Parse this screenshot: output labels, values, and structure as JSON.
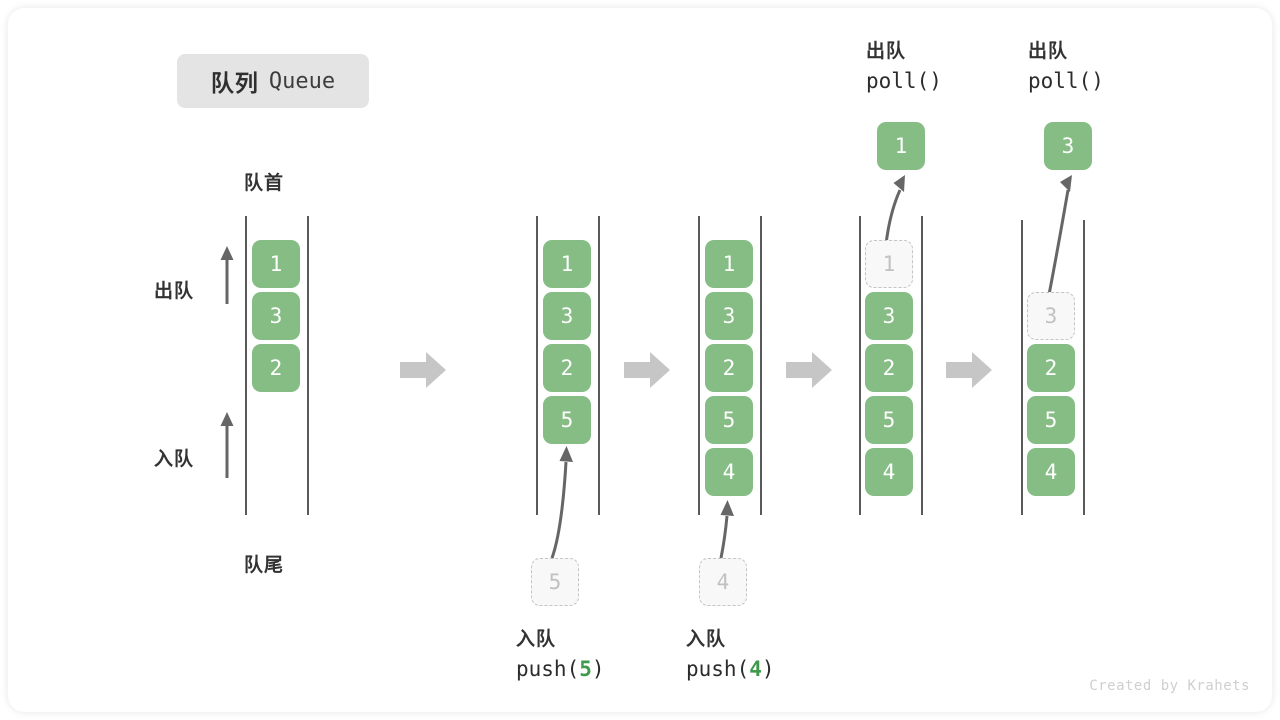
{
  "figure": {
    "title_cn": "队列",
    "title_en": "Queue",
    "watermark": "Created by Krahets",
    "head_label": "队首",
    "tail_label": "队尾",
    "colors": {
      "element_fill": "#85bd85",
      "element_text": "#ffffff",
      "ghost_fill": "#f8f8f8",
      "ghost_border": "#c4c4c4",
      "ghost_text": "#c1c1c1",
      "rail": "#5a5a5a",
      "flow_arrow": "#c6c6c6",
      "op_arrow": "#666666",
      "badge_bg": "#e4e4e4",
      "accent_green": "#3f9a4e"
    }
  },
  "side_ops": {
    "dequeue_label": "出队",
    "enqueue_label": "入队"
  },
  "stages": [
    {
      "id": "initial",
      "items": [
        "1",
        "3",
        "2"
      ],
      "ghost_index": null,
      "caption": null
    },
    {
      "id": "after-push-5",
      "items": [
        "1",
        "3",
        "2",
        "5"
      ],
      "ghost_index": null,
      "caption": {
        "cn": "入队",
        "code_prefix": "push(",
        "code_arg": "5",
        "code_suffix": ")",
        "incoming_value": "5"
      }
    },
    {
      "id": "after-push-4",
      "items": [
        "1",
        "3",
        "2",
        "5",
        "4"
      ],
      "ghost_index": null,
      "caption": {
        "cn": "入队",
        "code_prefix": "push(",
        "code_arg": "4",
        "code_suffix": ")",
        "incoming_value": "4"
      }
    },
    {
      "id": "poll-1",
      "items": [
        "1",
        "3",
        "2",
        "5",
        "4"
      ],
      "ghost_index": 0,
      "caption": {
        "cn": "出队",
        "code_prefix": "poll(",
        "code_arg": "",
        "code_suffix": ")",
        "outgoing_value": "1"
      }
    },
    {
      "id": "poll-3",
      "items": [
        "3",
        "2",
        "5",
        "4"
      ],
      "ghost_index": 0,
      "caption": {
        "cn": "出队",
        "code_prefix": "poll(",
        "code_arg": "",
        "code_suffix": ")",
        "outgoing_value": "3"
      }
    }
  ],
  "labels": {
    "stage1_head": "队首",
    "stage1_tail": "队尾",
    "poll4_cn": "出队",
    "poll4_code": "poll()",
    "poll5_cn": "出队",
    "poll5_code": "poll()",
    "push5_cn": "入队",
    "push5_code_pre": "push(",
    "push5_code_arg": "5",
    "push5_code_post": ")",
    "push4_cn": "入队",
    "push4_code_pre": "push(",
    "push4_code_arg": "4",
    "push4_code_post": ")"
  },
  "values": {
    "c1_b1": "1",
    "c1_b2": "3",
    "c1_b3": "2",
    "c2_b1": "1",
    "c2_b2": "3",
    "c2_b3": "2",
    "c2_b4": "5",
    "c2_ghost": "5",
    "c3_b1": "1",
    "c3_b2": "3",
    "c3_b3": "2",
    "c3_b4": "5",
    "c3_b5": "4",
    "c3_ghost": "4",
    "c4_ghost": "1",
    "c4_b2": "3",
    "c4_b3": "2",
    "c4_b4": "5",
    "c4_b5": "4",
    "c4_out": "1",
    "c5_ghost": "3",
    "c5_b3": "2",
    "c5_b4": "5",
    "c5_b5": "4",
    "c5_out": "3"
  }
}
